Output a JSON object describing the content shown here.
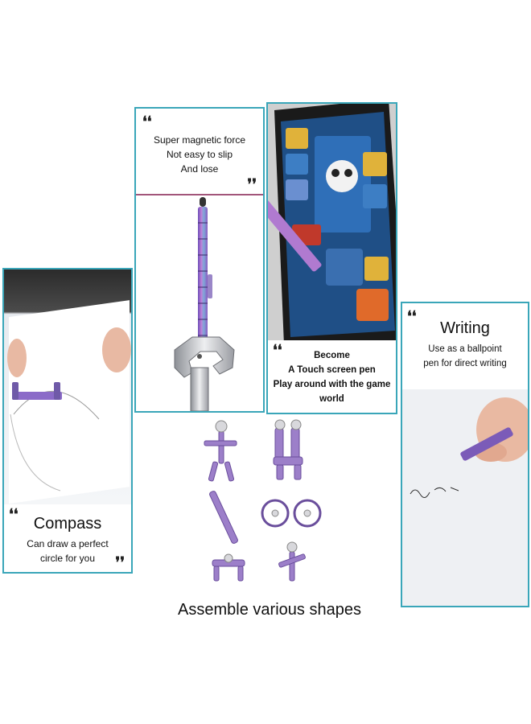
{
  "panels": {
    "magnetic": {
      "lines": [
        "Super magnetic force",
        "Not easy to slip",
        "And lose"
      ]
    },
    "touch": {
      "lines": [
        "Become",
        "A Touch screen pen",
        "Play around with the game",
        "world"
      ]
    },
    "compass": {
      "title": "Compass",
      "lines": [
        "Can draw a perfect",
        "circle for you"
      ]
    },
    "writing": {
      "title": "Writing",
      "lines": [
        "Use as a ballpoint",
        "pen for direct writing"
      ]
    }
  },
  "assemble_caption": "Assemble various shapes",
  "colors": {
    "panel_border": "#3aa6b9",
    "divider": "#a2557a"
  }
}
